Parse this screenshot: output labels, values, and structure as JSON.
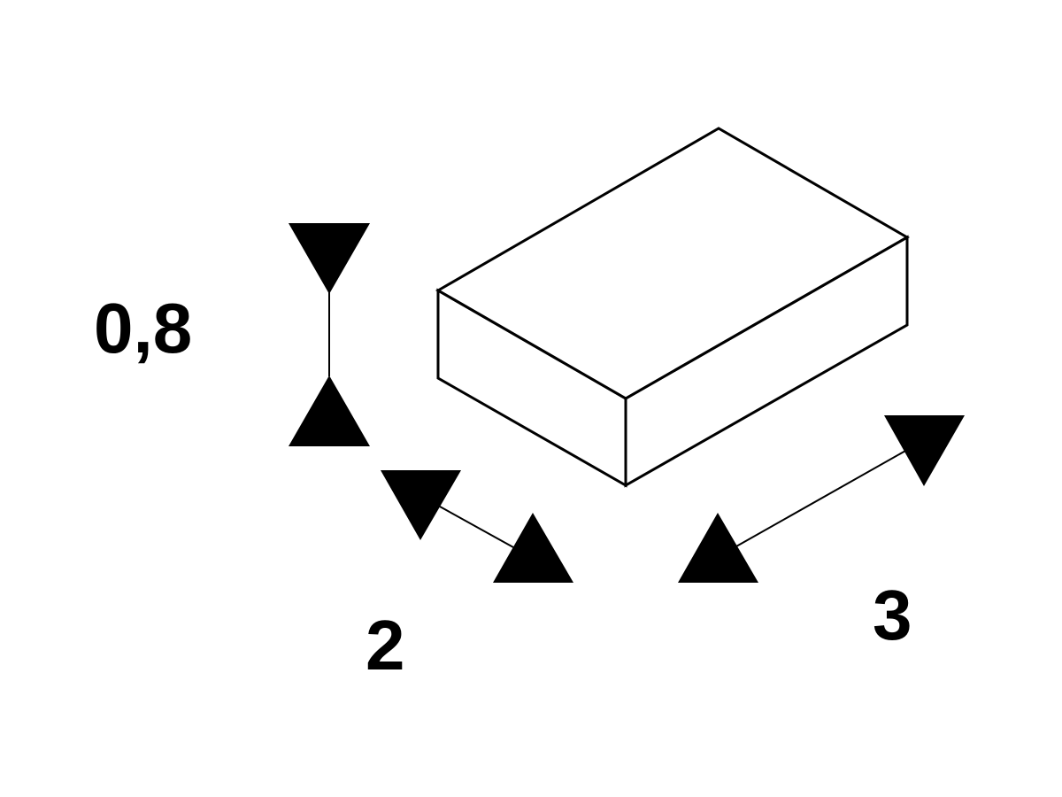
{
  "dimensions": {
    "height": {
      "label": "0,8"
    },
    "depth": {
      "label": "2"
    },
    "width": {
      "label": "3"
    }
  },
  "colors": {
    "stroke": "#000000",
    "background": "#ffffff"
  }
}
